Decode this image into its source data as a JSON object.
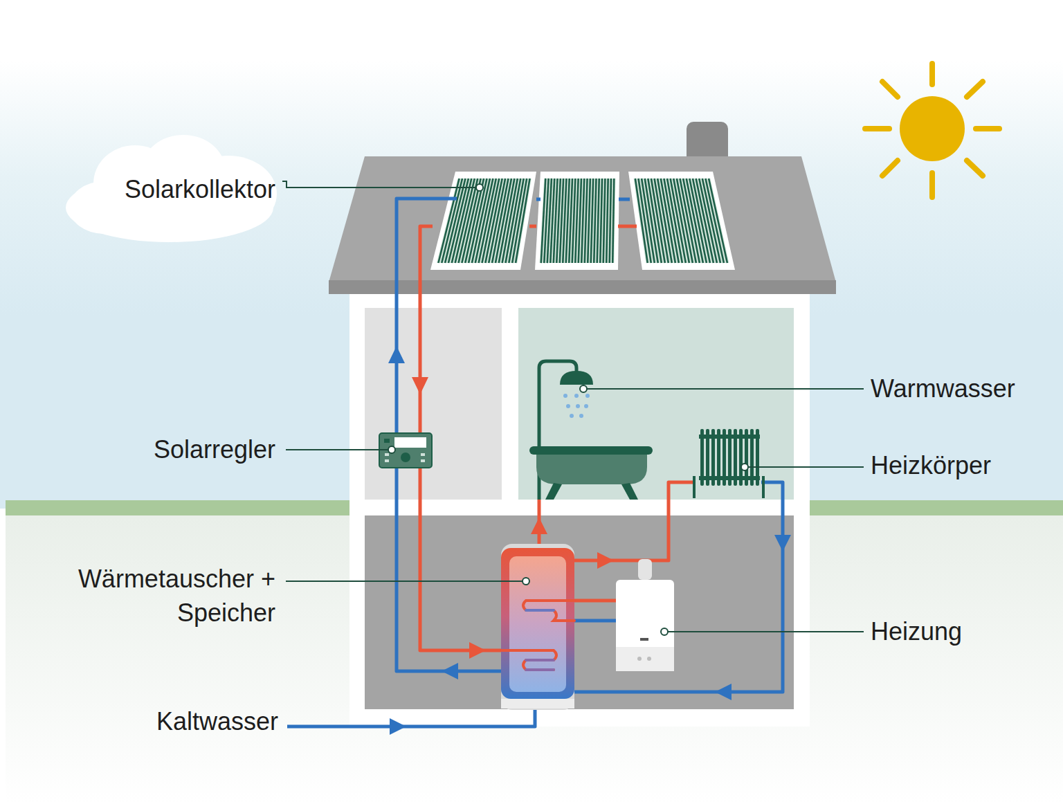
{
  "diagram": {
    "labels": [
      "Solarkollektor",
      "Warmwasser",
      "Solarregler",
      "Heizkörper",
      "Wärmetauscher + Speicher",
      "Heizung",
      "Kaltwasser"
    ]
  }
}
